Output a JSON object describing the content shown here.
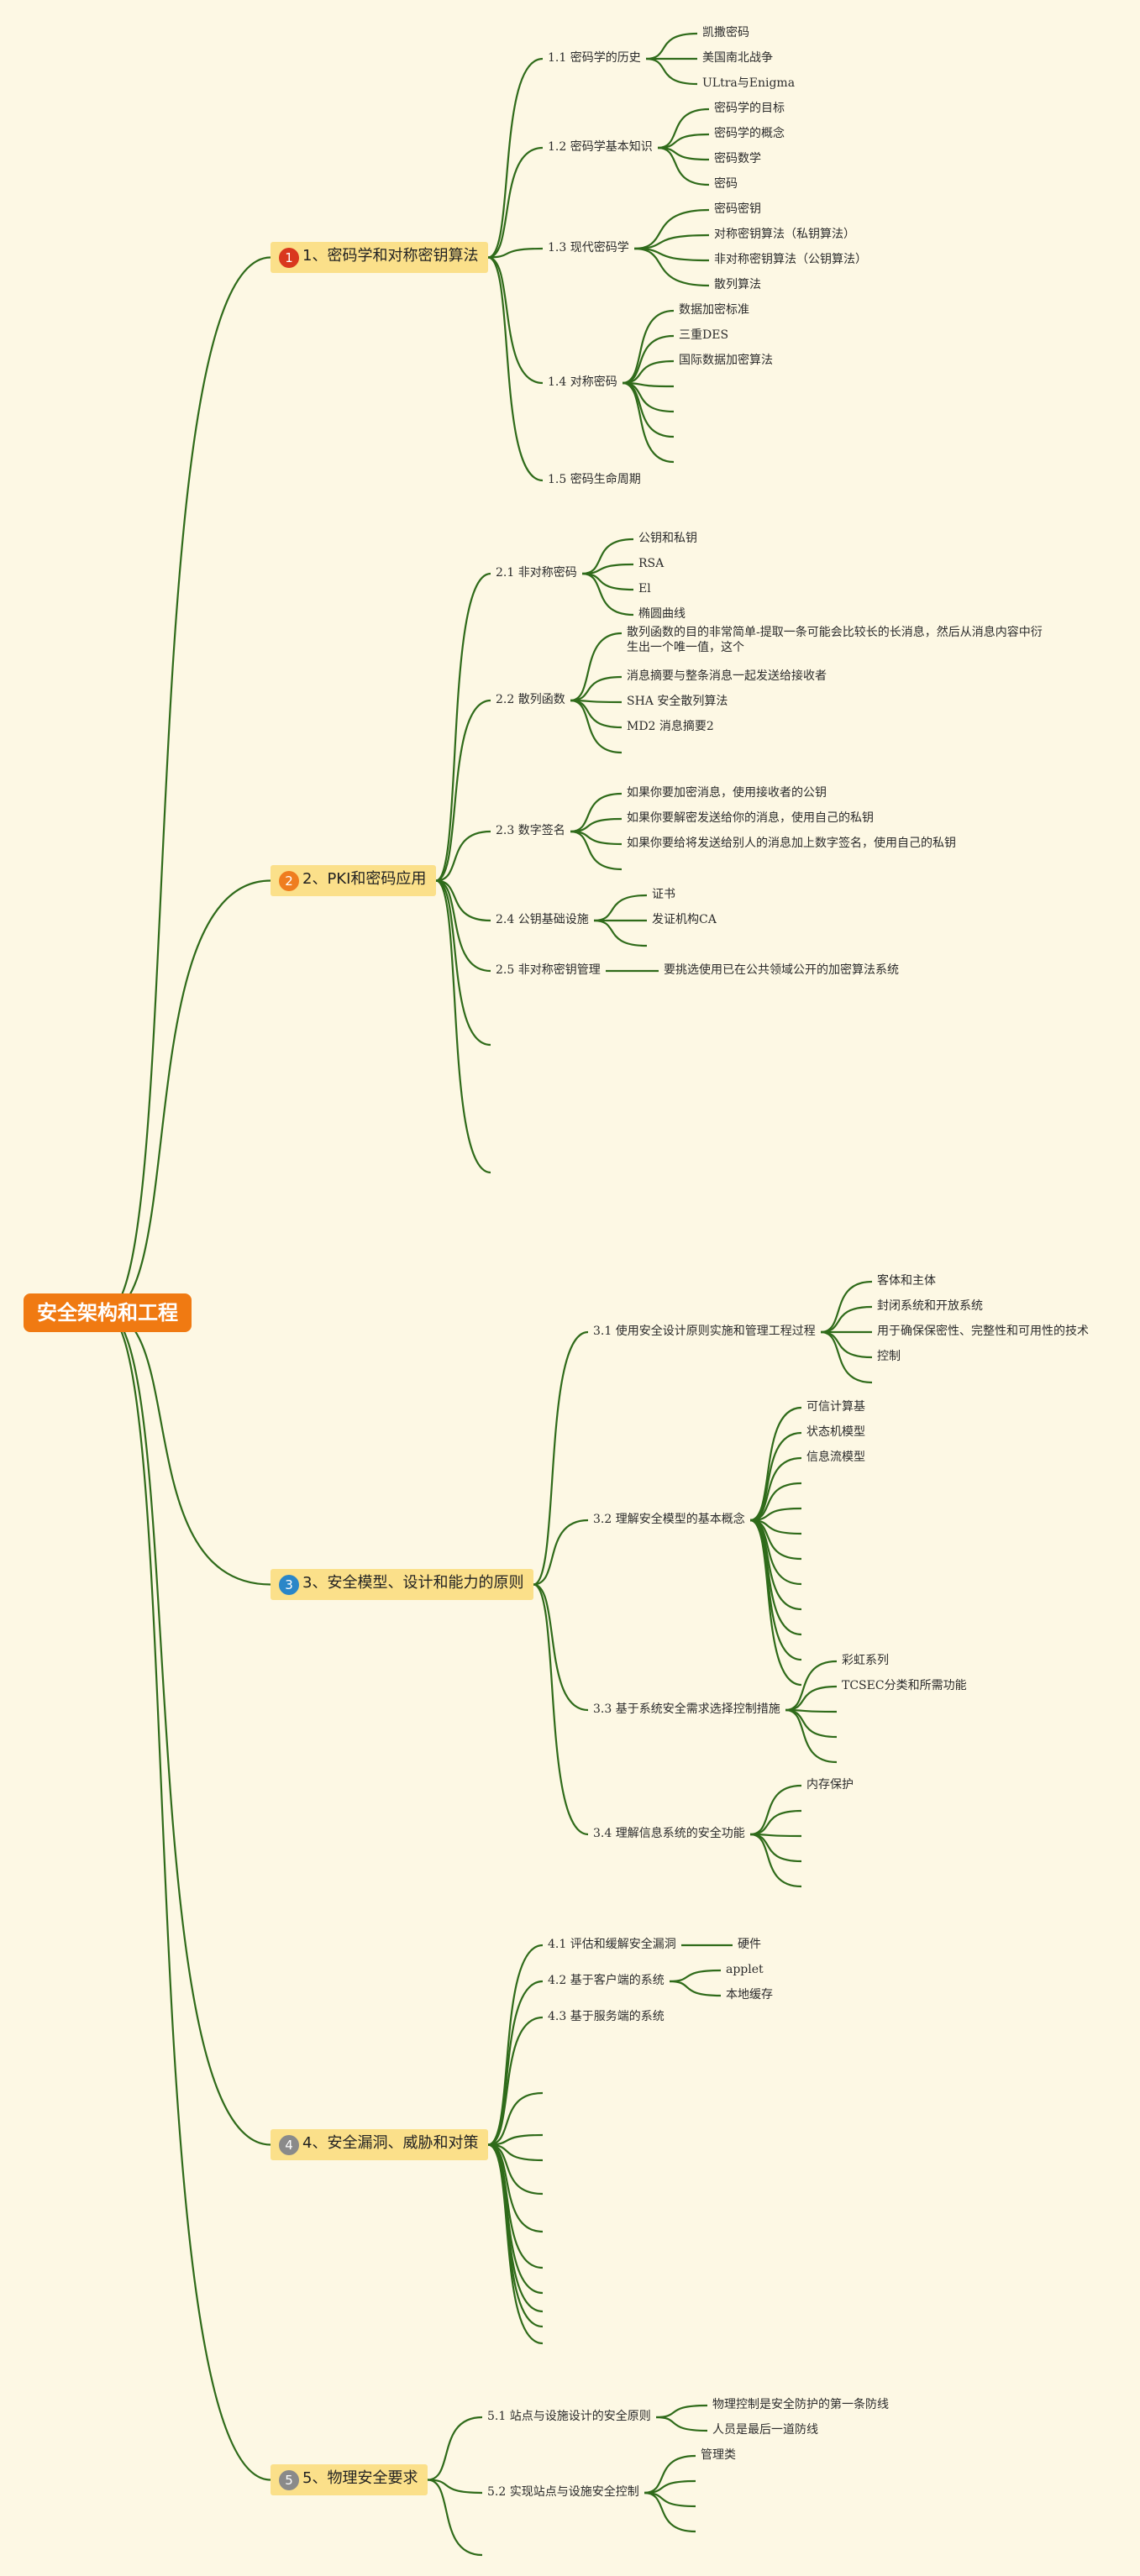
{
  "root": "安全架构和工程",
  "colors": {
    "line": "#2f6b1a",
    "root": "#f07a12",
    "topic": "#fbe08a"
  },
  "branches": [
    {
      "badge": "1",
      "badge_color": "#d9381e",
      "label": "1、密码学和对称密钥算法",
      "children": [
        {
          "label": "1.1 密码学的历史",
          "children": [
            "凯撒密码",
            "美国南北战争",
            "ULtra与Enigma"
          ]
        },
        {
          "label": "1.2 密码学基本知识",
          "children": [
            "密码学的目标",
            "密码学的概念",
            "密码数学",
            "密码"
          ]
        },
        {
          "label": "1.3 现代密码学",
          "children": [
            "密码密钥",
            "对称密钥算法（私钥算法）",
            "非对称密钥算法（公钥算法）",
            "散列算法"
          ]
        },
        {
          "label": "1.4 对称密码",
          "children": [
            "数据加密标准",
            "三重DES",
            "国际数据加密算法",
            "",
            "",
            "",
            ""
          ]
        },
        {
          "label": "1.5 密码生命周期",
          "children": []
        }
      ]
    },
    {
      "badge": "2",
      "badge_color": "#ef7d1f",
      "label": "2、PKI和密码应用",
      "children": [
        {
          "label": "2.1 非对称密码",
          "children": [
            "公钥和私钥",
            "RSA",
            "El",
            "椭圆曲线"
          ]
        },
        {
          "label": "2.2 散列函数",
          "children": [
            "散列函数的目的非常简单-提取一条可能会比较长的长消息，然后从消息内容中衍\n生出一个唯一值，这个",
            "消息摘要与整条消息一起发送给接收者",
            "SHA 安全散列算法",
            "MD2 消息摘要2",
            ""
          ]
        },
        {
          "label": "2.3 数字签名",
          "children": [
            "如果你要加密消息，使用接收者的公钥",
            "如果你要解密发送给你的消息，使用自己的私钥",
            "如果你要给将发送给别人的消息加上数字签名，使用自己的私钥",
            ""
          ]
        },
        {
          "label": "2.4 公钥基础设施",
          "children": [
            "证书",
            "发证机构CA",
            ""
          ]
        },
        {
          "label": "2.5 非对称密钥管理",
          "children": [
            "要挑选使用已在公共领域公开的加密算法系统"
          ]
        },
        {
          "label": "",
          "children": []
        },
        {
          "label": "",
          "children": []
        }
      ]
    },
    {
      "badge": "3",
      "badge_color": "#2a86c8",
      "label": "3、安全模型、设计和能力的原则",
      "children": [
        {
          "label": "3.1 使用安全设计原则实施和管理工程过程",
          "children": [
            "客体和主体",
            "封闭系统和开放系统",
            "用于确保保密性、完整性和可用性的技术",
            "控制",
            ""
          ]
        },
        {
          "label": "3.2 理解安全模型的基本概念",
          "children": [
            "可信计算基",
            "状态机模型",
            "信息流模型",
            "",
            "",
            "",
            "",
            "",
            "",
            "",
            "",
            ""
          ]
        },
        {
          "label": "3.3 基于系统安全需求选择控制措施",
          "children": [
            "彩虹系列",
            "TCSEC分类和所需功能",
            "",
            "",
            ""
          ]
        },
        {
          "label": "3.4 理解信息系统的安全功能",
          "children": [
            "内存保护",
            "",
            "",
            "",
            ""
          ]
        }
      ]
    },
    {
      "badge": "4",
      "badge_color": "#8a8a8a",
      "label": "4、安全漏洞、威胁和对策",
      "children": [
        {
          "label": "4.1 评估和缓解安全漏洞",
          "children": [
            "硬件"
          ]
        },
        {
          "label": "4.2 基于客户端的系统",
          "children": [
            "applet",
            "本地缓存"
          ]
        },
        {
          "label": "4.3 基于服务端的系统",
          "children": []
        },
        {
          "label": "",
          "children": []
        },
        {
          "label": "",
          "children": []
        },
        {
          "label": "",
          "children": []
        },
        {
          "label": "",
          "children": []
        },
        {
          "label": "",
          "children": []
        },
        {
          "label": "",
          "children": []
        },
        {
          "label": "",
          "children": []
        },
        {
          "label": "",
          "children": []
        },
        {
          "label": "",
          "children": []
        },
        {
          "label": "",
          "children": []
        }
      ]
    },
    {
      "badge": "5",
      "badge_color": "#8a8a8a",
      "label": "5、物理安全要求",
      "children": [
        {
          "label": "5.1 站点与设施设计的安全原则",
          "children": [
            "物理控制是安全防护的第一条防线",
            "人员是最后一道防线"
          ]
        },
        {
          "label": "5.2 实现站点与设施安全控制",
          "children": [
            "管理类",
            "",
            "",
            ""
          ]
        },
        {
          "label": "",
          "children": []
        }
      ]
    }
  ]
}
